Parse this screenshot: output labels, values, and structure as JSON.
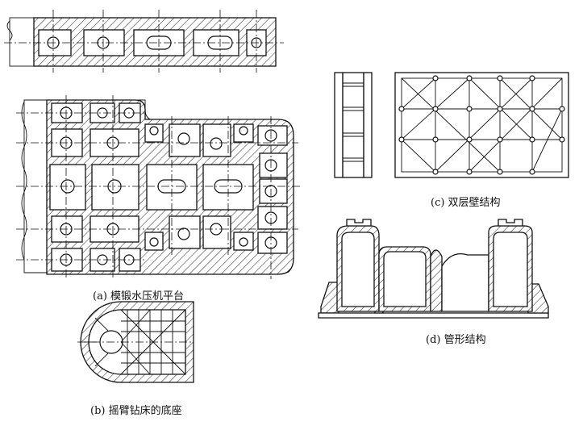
{
  "captions": {
    "a": "(a) 模锻水压机平台",
    "b": "(b) 摇臂钻床的底座",
    "c": "(c) 双层壁结构",
    "d": "(d) 管形结构"
  }
}
